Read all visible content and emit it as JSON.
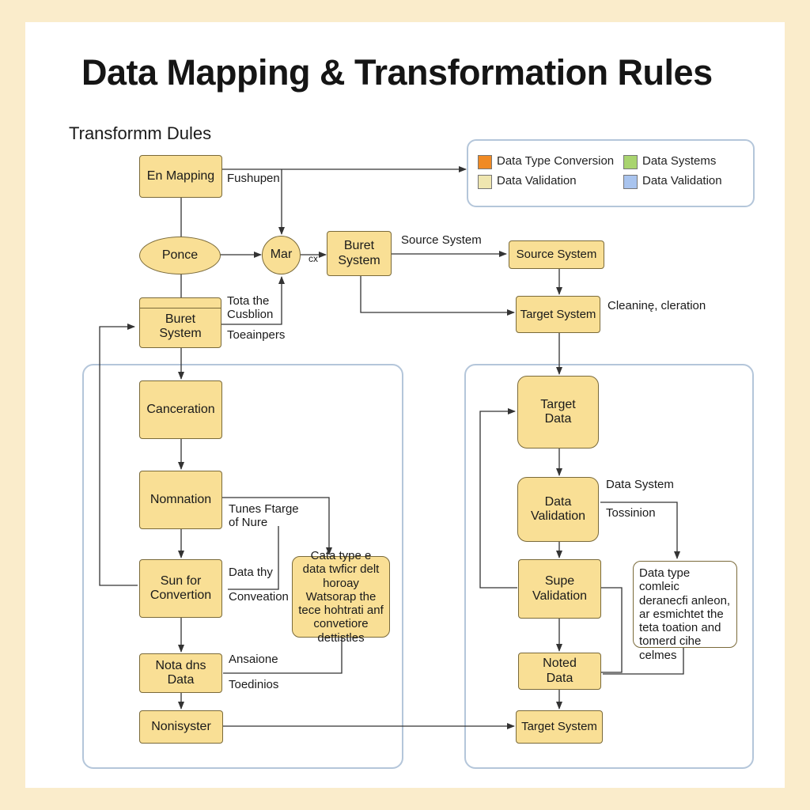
{
  "title": "Data Mapping & Transformation Rules",
  "subtitle": "Transformm Dules",
  "legend": {
    "items": [
      {
        "label": "Data Type Conversion",
        "color": "#f08a24"
      },
      {
        "label": "Data Systems",
        "color": "#a9d46f"
      },
      {
        "label": "Data Validation",
        "color": "#efe6b0"
      },
      {
        "label": "Data Validation",
        "color": "#a9c4ee"
      }
    ]
  },
  "nodes": {
    "en_mapping": "En Mapping",
    "ponce": "Ponce",
    "mar": "Mar",
    "buret_top": "Buret\nSystem",
    "source_system": "Source System",
    "target_system_top": "Target System",
    "buret_left": "Buret\nSystem",
    "canceration": "Canceration",
    "nomnation": "Nomnation",
    "sun_for": "Sun for\nConvertion",
    "nota_dns": "Nota dns\nData",
    "nonisyster": "Nonisyster",
    "note_left": "Cata type e data twficr delt horoay Watsorap the tece hohtrati anf convetiore dettistles",
    "target_data": "Target\nData",
    "data_validation": "Data\nValidation",
    "supe_validation": "Supe\nValidation",
    "noted_data": "Noted\nData",
    "target_system_bottom": "Target System",
    "note_right": "Data type comleic deranecfi anleon, ar esmichtet the teta toation and tomerd cihe celmes"
  },
  "labels": {
    "fushupen": "Fushupen",
    "cx": "cx",
    "source_system_edge": "Source System",
    "tota_the": "Tota the",
    "cusblion": "Cusblion",
    "toeainpers": "Toeainpers",
    "cleaning": "Cleaninę, cleration",
    "tunes_ftarge": "Tunes Ftarge",
    "of_nure": "of Nure",
    "data_thy": "Data thy",
    "conveation": "Conveation",
    "ansaione": "Ansaione",
    "toedinios": "Toedinios",
    "data_system_edge": "Data System",
    "tossinion": "Tossinion"
  }
}
